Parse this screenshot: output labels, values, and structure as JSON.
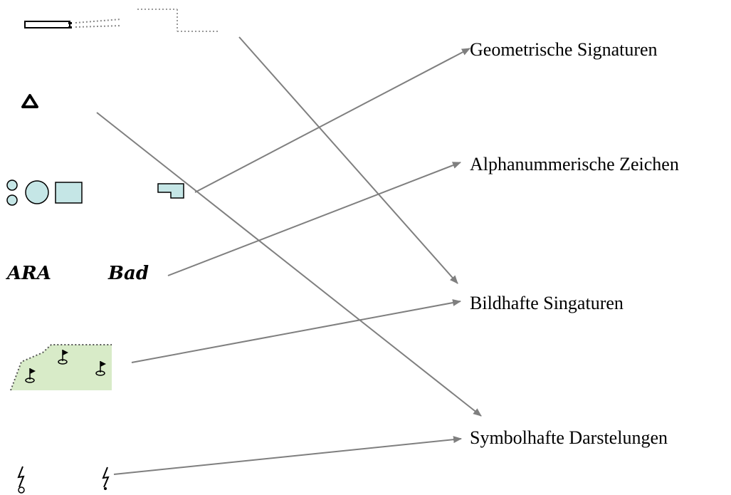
{
  "labels": {
    "geometric": "Geometrische Signaturen",
    "alphanumeric": "Alphanummerische Zeichen",
    "pictorial": "Bildhafte Singaturen",
    "symbolic": "Symbolhafte Darstelungen"
  },
  "symbols": {
    "alpha_left": "ARA",
    "alpha_right": "Bad"
  },
  "colors": {
    "arrow": "#7f7f7f",
    "shape_fill": "#c5e6e6",
    "area_fill": "#d8ebc8",
    "ink": "#000000"
  },
  "icons": [
    "dashed-line-icon",
    "dotted-corner-icon",
    "tent-icon",
    "small-circles-icon",
    "circle-icon",
    "square-icon",
    "polygon-icon",
    "flag-icon",
    "lightning-icon"
  ]
}
